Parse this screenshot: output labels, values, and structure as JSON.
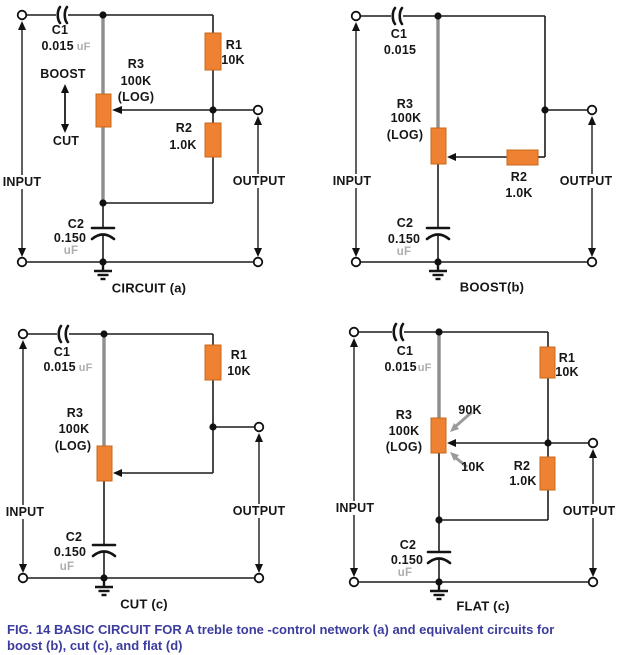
{
  "caption": {
    "line1": "FIG. 14 BASIC CIRCUIT FOR A treble tone -control network (a) and equivalent circuits for",
    "line2": "boost (b), cut (c), and flat (d)"
  },
  "colors": {
    "resistor_orange": "#EF8132",
    "caption_blue": "#3C3C9E",
    "pot_track_gray": "#8E8E8E",
    "unit_gray": "#AEAEAE"
  },
  "circuit_a": {
    "title": "CIRCUIT (a)",
    "input": "INPUT",
    "output": "OUTPUT",
    "boost": "BOOST",
    "cut": "CUT",
    "c1": {
      "name": "C1",
      "value": "0.015",
      "unit": "uF"
    },
    "r1": {
      "name": "R1",
      "value": "10K"
    },
    "r2": {
      "name": "R2",
      "value": "1.0K"
    },
    "r3": {
      "name": "R3",
      "value": "100K",
      "taper": "(LOG)"
    },
    "c2": {
      "name": "C2",
      "value": "0.150",
      "unit": "uF"
    }
  },
  "circuit_b": {
    "title": "BOOST(b)",
    "input": "INPUT",
    "output": "OUTPUT",
    "c1": {
      "name": "C1",
      "value": "0.015"
    },
    "r2": {
      "name": "R2",
      "value": "1.0K"
    },
    "r3": {
      "name": "R3",
      "value": "100K",
      "taper": "(LOG)"
    },
    "c2": {
      "name": "C2",
      "value": "0.150",
      "unit": "uF"
    }
  },
  "circuit_c": {
    "title": "CUT (c)",
    "input": "INPUT",
    "output": "OUTPUT",
    "c1": {
      "name": "C1",
      "value": "0.015",
      "unit": "uF"
    },
    "r1": {
      "name": "R1",
      "value": "10K"
    },
    "r3": {
      "name": "R3",
      "value": "100K",
      "taper": "(LOG)"
    },
    "c2": {
      "name": "C2",
      "value": "0.150",
      "unit": "uF"
    }
  },
  "circuit_d": {
    "title": "FLAT (c)",
    "input": "INPUT",
    "output": "OUTPUT",
    "wiper_upper": "90K",
    "wiper_lower": "10K",
    "c1": {
      "name": "C1",
      "value": "0.015",
      "unit": "uF"
    },
    "r1": {
      "name": "R1",
      "value": "10K"
    },
    "r2": {
      "name": "R2",
      "value": "1.0K"
    },
    "r3": {
      "name": "R3",
      "value": "100K",
      "taper": "(LOG)"
    },
    "c2": {
      "name": "C2",
      "value": "0.150",
      "unit": "uF"
    }
  }
}
